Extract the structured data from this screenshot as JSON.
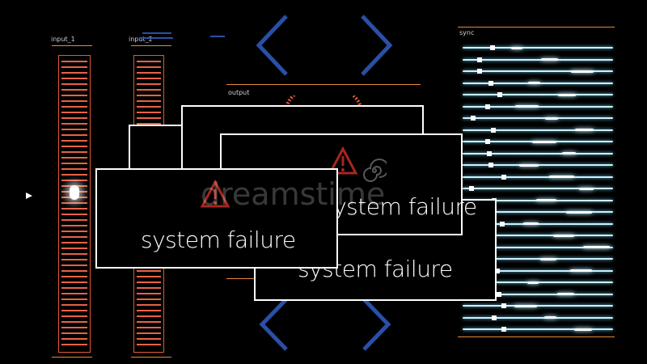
{
  "labels": {
    "input_1": "input_1",
    "input_2": "input_2",
    "output": "output",
    "sync": "sync"
  },
  "dialogs": [
    {
      "message": ""
    },
    {
      "message": ""
    },
    {
      "message": "system failure"
    },
    {
      "message": "system failure"
    },
    {
      "message": "system failure"
    }
  ],
  "watermark": "dreamstime",
  "colors": {
    "accent_orange": "#e6893a",
    "meter_red": "#e0583a",
    "chevron_blue": "#2a4fa8",
    "sync_cyan": "#c9f2ff"
  },
  "icons": [
    "play-icon",
    "chevron-left-icon",
    "chevron-right-icon",
    "warning-icon",
    "spiral-icon"
  ]
}
